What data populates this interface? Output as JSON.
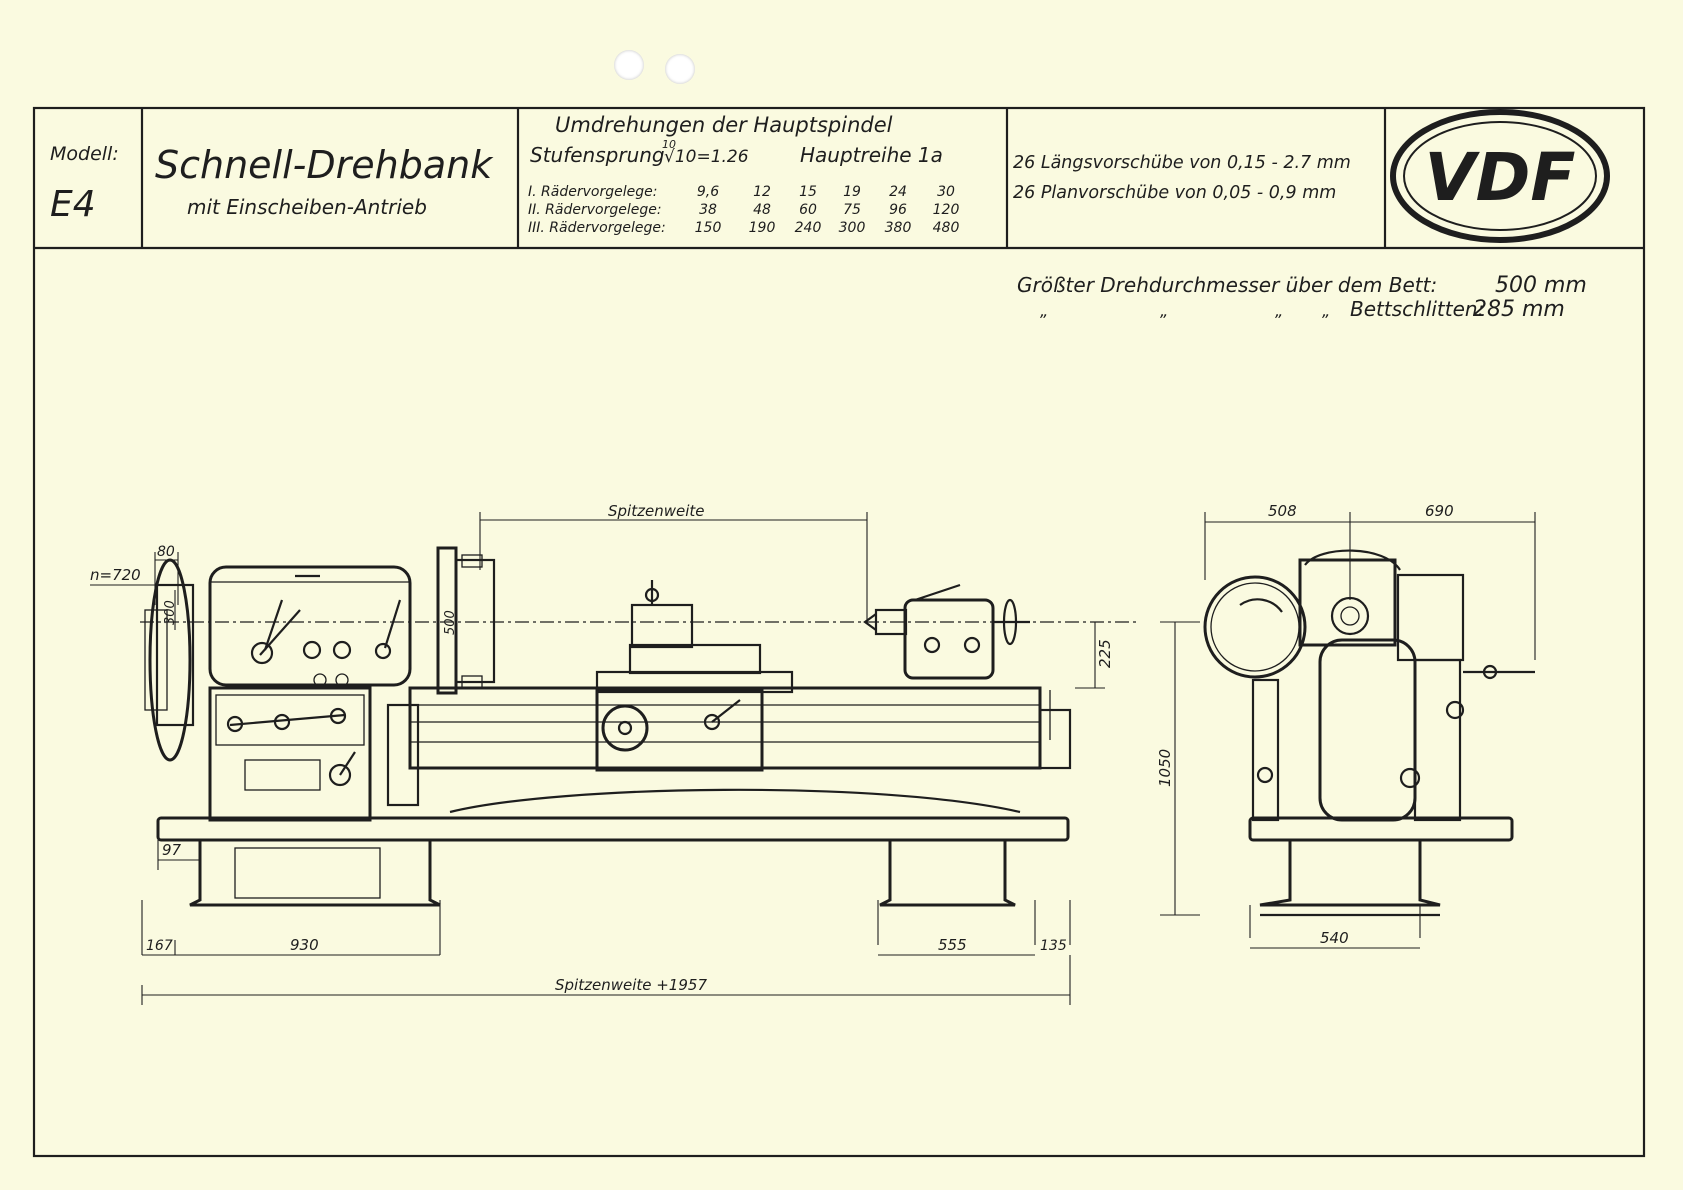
{
  "title_block": {
    "model_label": "Modell:",
    "model_value": "E4",
    "machine_name": "Schnell-Drehbank",
    "drive": "mit Einscheiben-Antrieb",
    "speeds_heading": "Umdrehungen der Hauptspindel",
    "speeds_step": "Stufensprung",
    "speeds_step_root": "10",
    "speeds_step_value": "√10=1.26",
    "speeds_series": "Hauptreihe 1a",
    "speed_rows": [
      {
        "label": "I. Rädervorgelege:",
        "values": [
          "9,6",
          "12",
          "15",
          "19",
          "24",
          "30"
        ]
      },
      {
        "label": "II. Rädervorgelege:",
        "values": [
          "38",
          "48",
          "60",
          "75",
          "96",
          "120"
        ]
      },
      {
        "label": "III. Rädervorgelege:",
        "values": [
          "150",
          "190",
          "240",
          "300",
          "380",
          "480"
        ]
      }
    ],
    "feeds_longitudinal": "26 Längsvorschübe von 0,15 - 2.7 mm",
    "feeds_cross": "26 Planvorschübe von 0,05 - 0,9 mm",
    "logo": "VDF"
  },
  "specs": {
    "swing_over_bed_label": "Größter Drehdurchmesser über dem Bett:",
    "swing_over_bed_value": "500 mm",
    "swing_over_carriage_label": "Bettschlitten:",
    "ditto_marks": [
      "„",
      "„",
      "„",
      "„"
    ],
    "swing_over_carriage_value": "285 mm"
  },
  "dimensions": {
    "spitzenweite": "Spitzenweite",
    "n720": "n=720",
    "d80": "80",
    "d300": "300",
    "d500": "500",
    "d225": "225",
    "d97": "97",
    "d167": "167",
    "d930": "930",
    "d555": "555",
    "d135": "135",
    "total_length": "Spitzenweite +1957",
    "d508": "508",
    "d690": "690",
    "d1050": "1050",
    "d540": "540"
  }
}
